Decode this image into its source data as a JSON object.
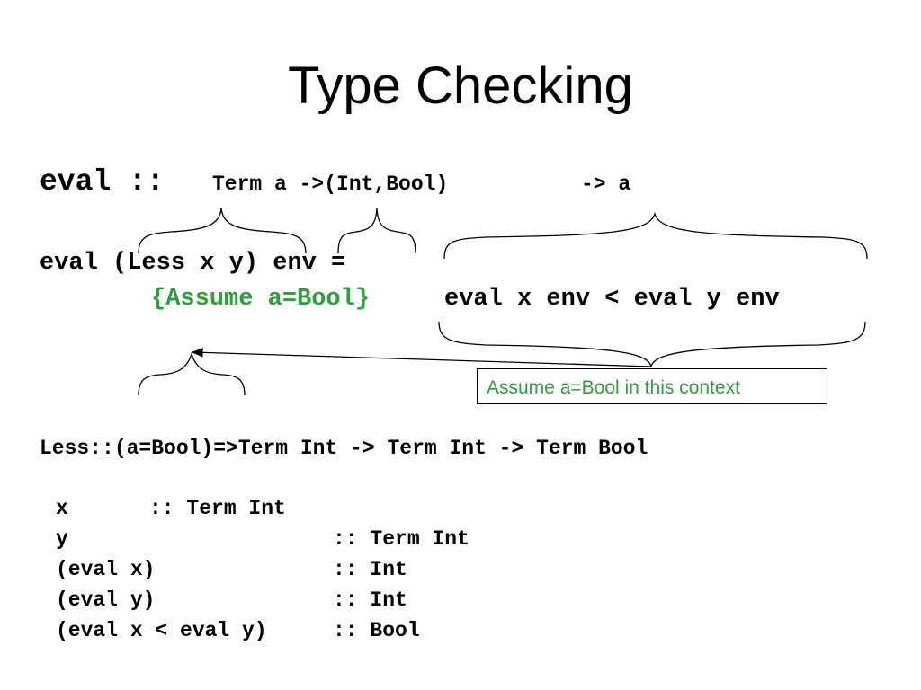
{
  "slide": {
    "title": "Type Checking",
    "signature": {
      "eval": "eval ::",
      "params": "Term a ->(Int,Bool)",
      "arrow": "-> a"
    },
    "definition": {
      "lhs": "eval (Less x y) env =",
      "assume": "{Assume a=Bool}",
      "rhs": "eval x env < eval y env"
    },
    "callout": "Assume a=Bool in this context",
    "less_signature": "Less::(a=Bool)=>Term Int -> Term Int -> Term Bool",
    "typing_table": [
      {
        "expr": "x",
        "type": ":: Term Int"
      },
      {
        "expr": "y",
        "type": ":: Term Int"
      },
      {
        "expr": "(eval x)",
        "type": ":: Int"
      },
      {
        "expr": "(eval y)",
        "type": ":: Int"
      },
      {
        "expr": "(eval x < eval y)",
        "type": ":: Bool"
      }
    ],
    "colors": {
      "text": "#000000",
      "green": "#2e9e3e",
      "background": "#ffffff"
    }
  }
}
